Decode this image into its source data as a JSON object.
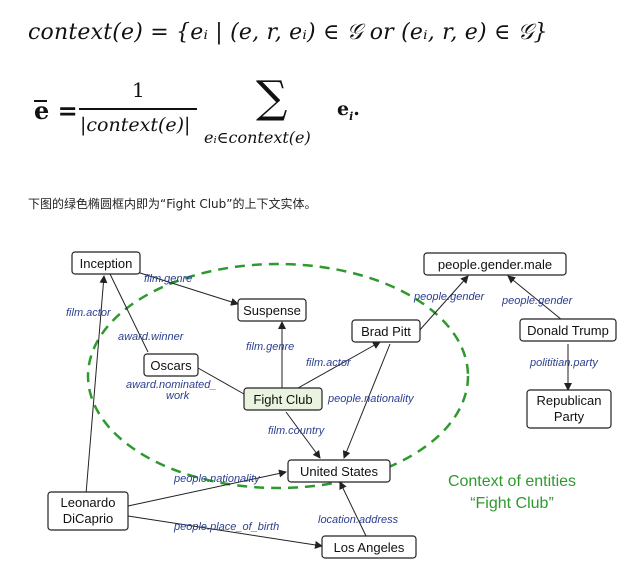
{
  "equation1": "context(e) = {eᵢ | (e, r, eᵢ) ∈ 𝒢 or (eᵢ, r, e) ∈ 𝒢}",
  "equation2": {
    "lhs": "e",
    "equals": "=",
    "numerator": "1",
    "denominator": "|context(e)|",
    "sum": "∑",
    "subscript": "eᵢ∈context(e)",
    "term": "e",
    "term_sub": "i",
    "term_tail": "."
  },
  "caption": "下图的绿色椭圆框内即为“Fight Club”的上下文实体。",
  "graph": {
    "nodes": {
      "inception": "Inception",
      "suspense": "Suspense",
      "oscars": "Oscars",
      "fight_club": "Fight Club",
      "brad_pitt": "Brad Pitt",
      "people_gender_male": "people.gender.male",
      "donald_trump": "Donald Trump",
      "republican_line1": "Republican",
      "republican_line2": "Party",
      "united_states": "United States",
      "leonardo_line1": "Leonardo",
      "leonardo_line2": "DiCaprio",
      "los_angeles": "Los Angeles"
    },
    "edges": {
      "film_genre_1": "film.genre",
      "film_actor_1": "film.actor",
      "award_winner": "award.winner",
      "film_genre_2": "film.genre",
      "film_actor_2": "film.actor",
      "award_nominated_1": "award.nominated_",
      "award_nominated_2": "work",
      "people_nationality_1": "people.nationality",
      "film_country": "film.country",
      "people_gender_1": "people.gender",
      "people_gender_2": "people.gender",
      "politician_party": "polititian.party",
      "people_nationality_2": "people.nationality",
      "people_place_of_birth": "people.place_of_birth",
      "location_address": "location.address"
    },
    "context_label_line1": "Context of entities",
    "context_label_line2": "“Fight Club”"
  },
  "colors": {
    "context_ellipse": "#2e9a2e",
    "edge_label": "#2b3f8f",
    "fight_club_fill": "#e9f3df"
  }
}
